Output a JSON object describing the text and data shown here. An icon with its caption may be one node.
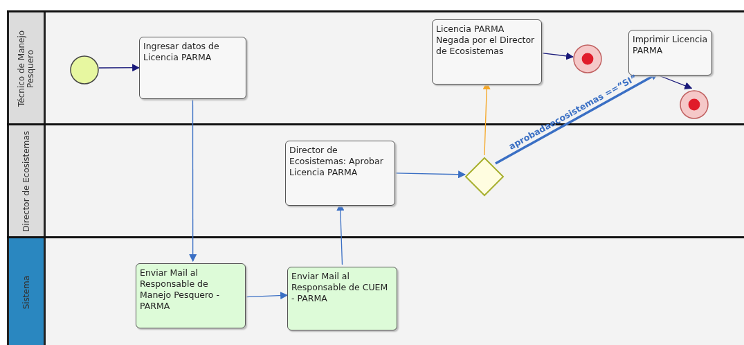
{
  "diagram": {
    "nodes": [
      {
        "text": [
          "Técnico de Manejo Pesquero"
        ]
      },
      {
        "text": [
          "Director de Ecosistemas"
        ]
      },
      {
        "text": [
          "Sistema"
        ]
      },
      {
        "text": [],
        "shape": "circle",
        "in": 0
      },
      {
        "text": [
          "Ingresar datos de Licencia PARMA"
        ],
        "in": 0
      },
      {
        "text": [
          "Licencia PARMA Negada por el Director de Ecosistemas"
        ],
        "in": 0
      },
      {
        "text": [],
        "shape": "circle",
        "in": 0
      },
      {
        "text": [
          "Imprimir Licencia PARMA"
        ],
        "in": 0
      },
      {
        "text": [],
        "shape": "circle",
        "in": 0
      },
      {
        "text": [
          "Director de Ecosistemas: Aprobar Licencia PARMA"
        ],
        "in": 1
      },
      {
        "text": [],
        "shape": "diamond",
        "in": 1
      },
      {
        "text": [
          "Enviar Mail al Responsable de Manejo Pesquero - PARMA"
        ],
        "in": 2
      },
      {
        "text": [
          "Enviar Mail al Responsable de CUEM - PARMA"
        ],
        "in": 2
      }
    ],
    "edges": [
      {
        "from": 3,
        "to": 4,
        "arrow": "to",
        "color": "#1a1a7a"
      },
      {
        "from": 4,
        "to": 11,
        "arrow": "to"
      },
      {
        "from": 11,
        "to": 12,
        "arrow": "to"
      },
      {
        "from": 12,
        "to": 9,
        "arrow": "to"
      },
      {
        "from": 9,
        "to": 10,
        "arrow": "to"
      },
      {
        "from": 10,
        "to": 5,
        "arrow": "to",
        "color": "#f5a623"
      },
      {
        "from": 10,
        "to": 7,
        "arrow": "to",
        "label": "aprobadaecosistemas ==“SI”",
        "style": "thick"
      },
      {
        "from": 5,
        "to": 6,
        "arrow": "to",
        "color": "#1a1a7a"
      },
      {
        "from": 7,
        "to": 8,
        "arrow": "to",
        "color": "#1a1a7a"
      }
    ]
  }
}
